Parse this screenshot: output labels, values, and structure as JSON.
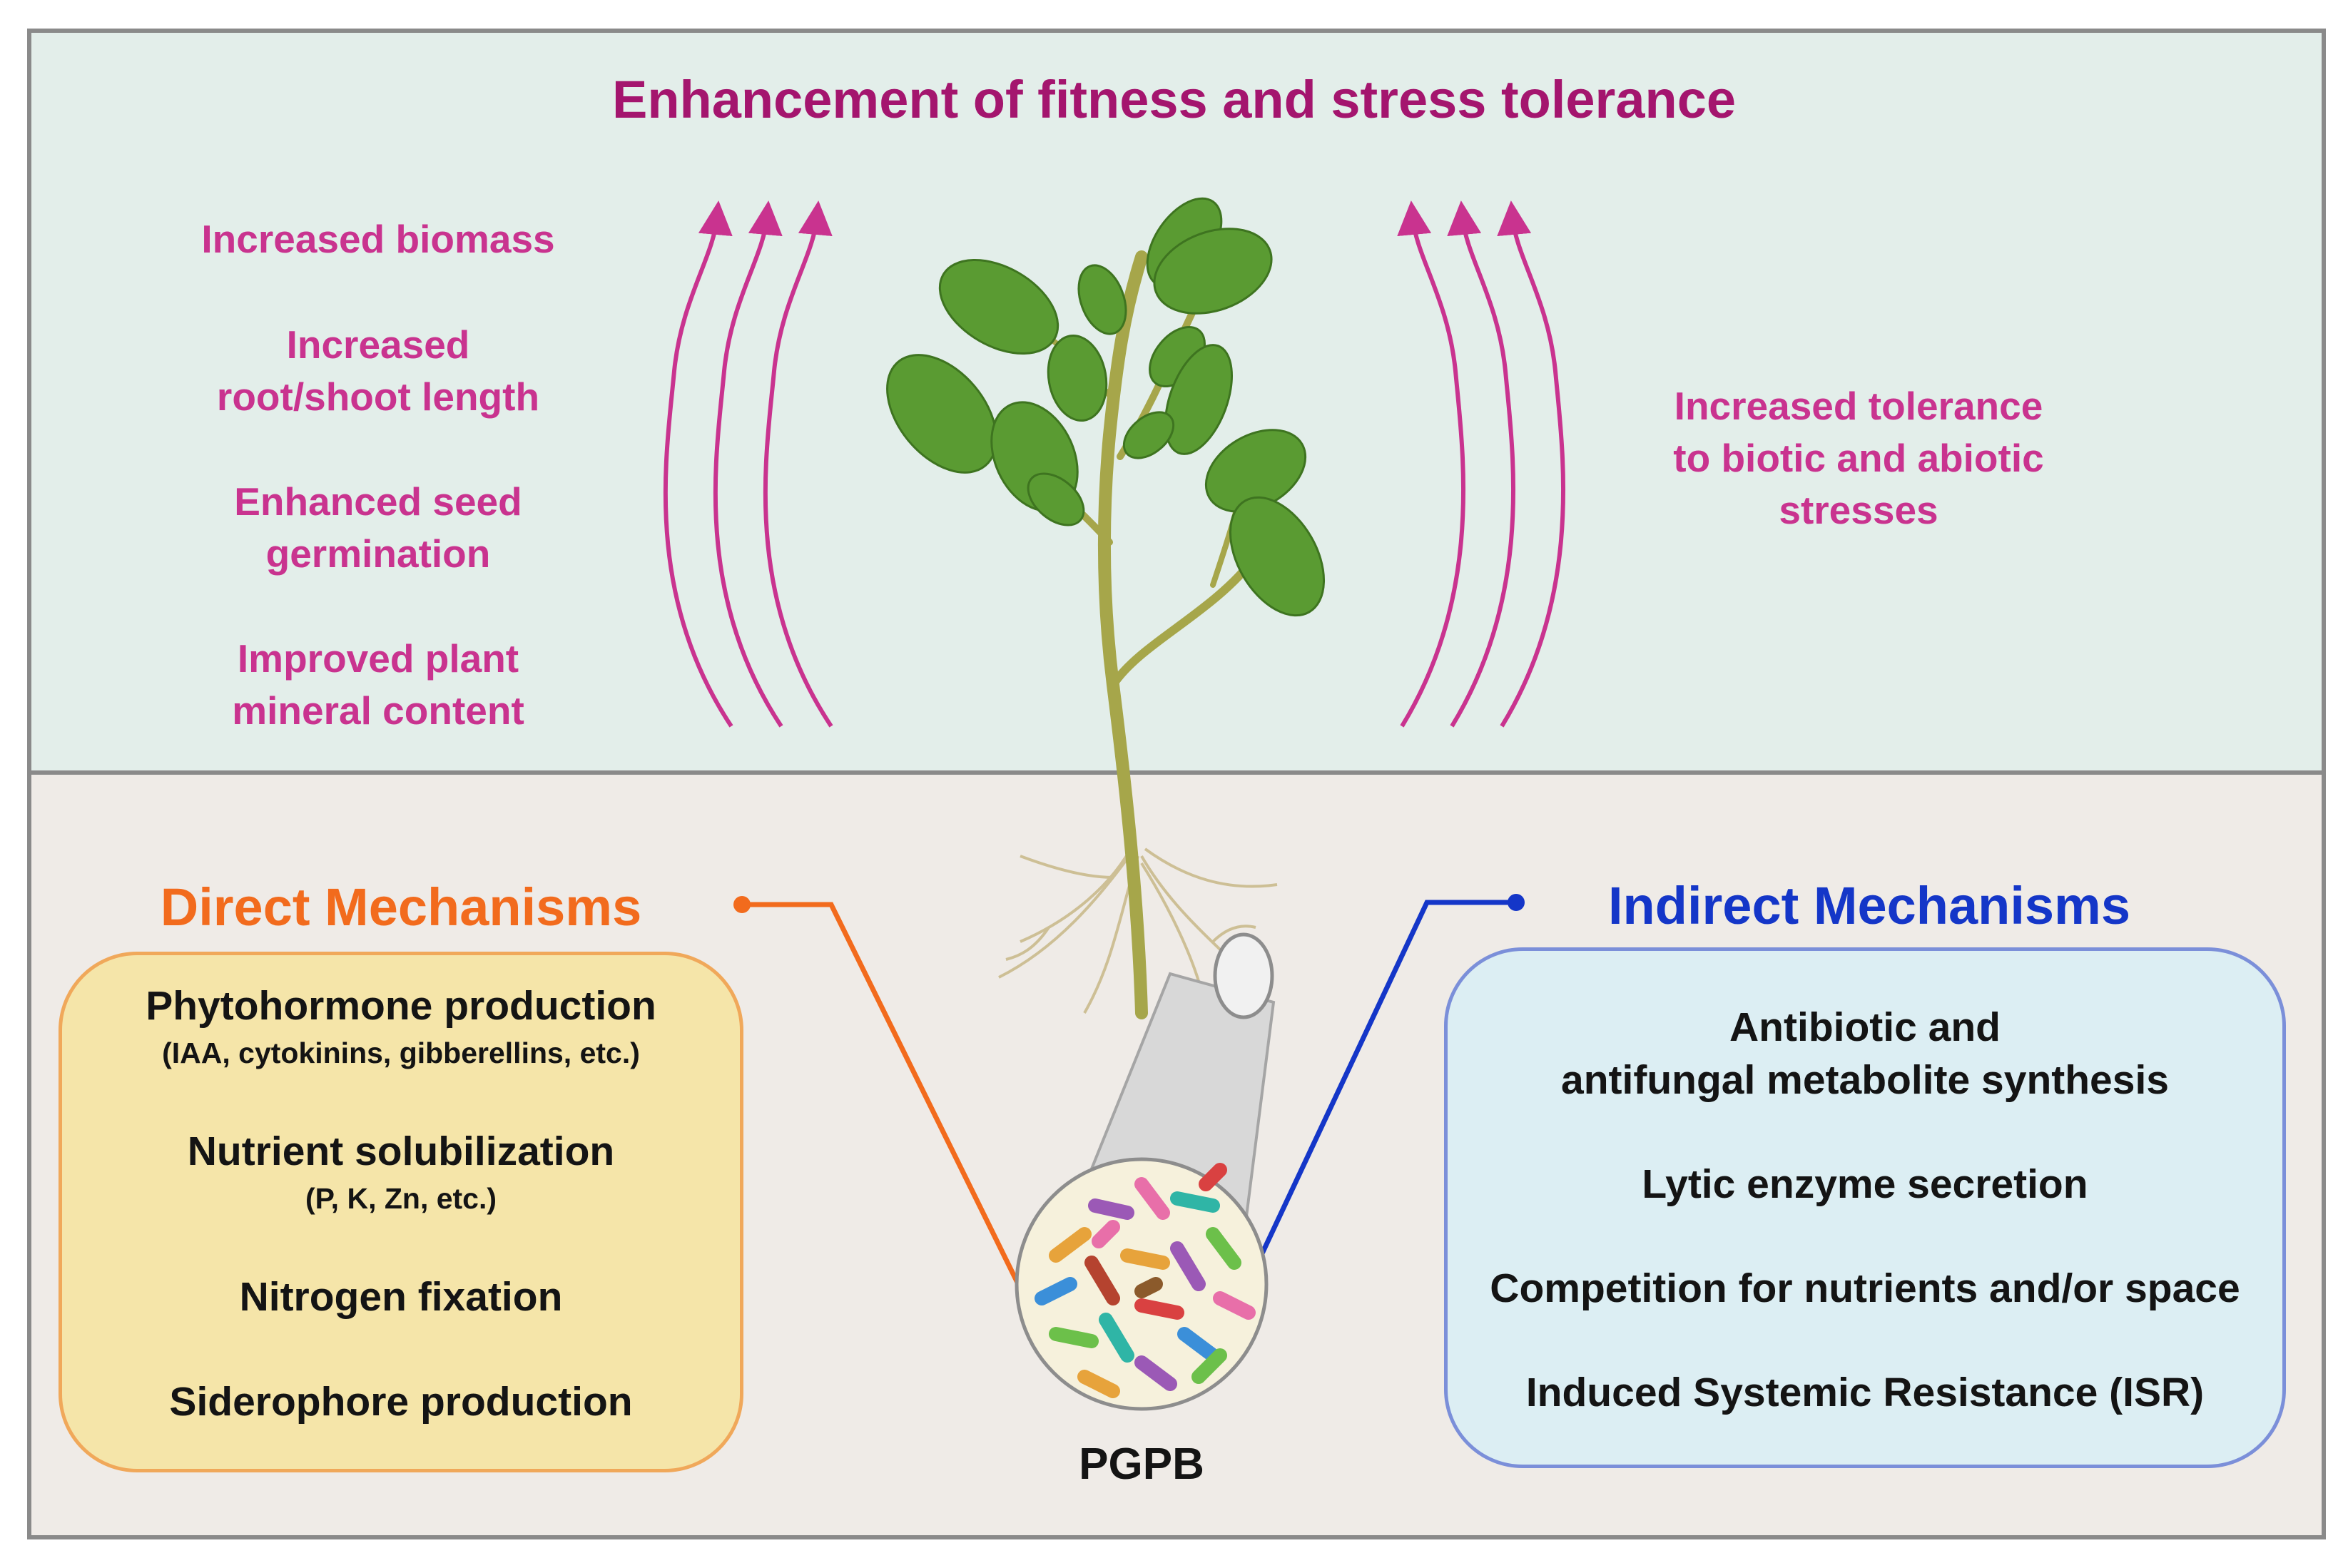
{
  "title": "Enhancement of fitness and stress tolerance",
  "benefits_left": [
    "Increased biomass",
    "Increased",
    "root/shoot length",
    "Enhanced seed",
    "germination",
    "Improved plant",
    "mineral content"
  ],
  "benefits_right": [
    "Increased tolerance",
    "to biotic and abiotic",
    "stresses"
  ],
  "direct": {
    "heading": "Direct Mechanisms",
    "items": [
      "Phytohormone production",
      "(IAA, cytokinins, gibberellins, etc.)",
      "Nutrient solubilization",
      "(P, K, Zn, etc.)",
      "Nitrogen fixation",
      "Siderophore production"
    ]
  },
  "indirect": {
    "heading": "Indirect Mechanisms",
    "items": [
      "Antibiotic and",
      "antifungal metabolite synthesis",
      "Lytic enzyme secretion",
      "Competition for nutrients and/or space",
      "Induced Systemic Resistance (ISR)"
    ]
  },
  "pgpb_label": "PGPB",
  "colors": {
    "title": "#a4156e",
    "benefit_text": "#c9338f",
    "arrows": "#c9338f",
    "direct_heading": "#f26b1d",
    "direct_connector": "#f26b1d",
    "direct_box_fill": "#f5e5a9",
    "direct_box_border": "#f0a85a",
    "indirect_heading": "#1436c8",
    "indirect_connector": "#1436c8",
    "indirect_box_fill": "#dceef3",
    "indirect_box_border": "#7b8fd9",
    "top_panel": "#e3eeea",
    "bottom_panel": "#efebe7",
    "leaf": "#5a9b32",
    "stem": "#a6a64a"
  }
}
